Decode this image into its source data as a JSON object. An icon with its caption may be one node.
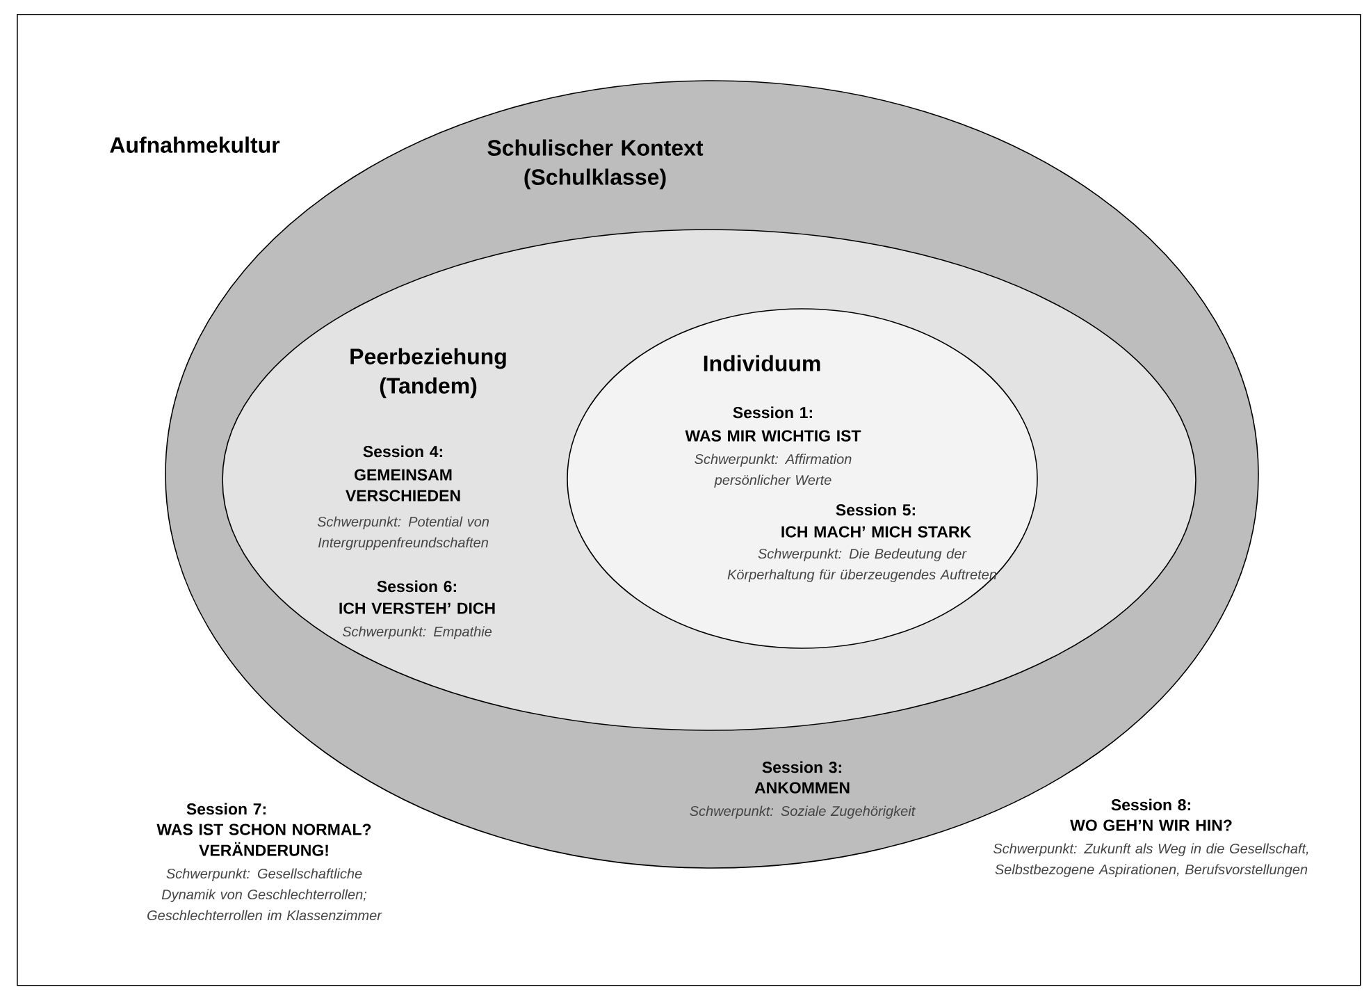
{
  "diagram": {
    "nodes": [
      {
        "text": [
          "Aufnahmekultur",
          "Session 7:",
          "WAS IST SCHON NORMAL? VERÄNDERUNG!",
          "Schwerpunkt: Gesellschaftliche Dynamik von Geschlechterrollen; Geschlechterrollen im Klassenzimmer",
          "Session 8:",
          "WO GEH’N WIR HIN?",
          "Schwerpunkt: Zukunft als Weg in die Gesellschaft, Selbstbezogene Aspirationen, Berufsvorstellungen"
        ]
      },
      {
        "text": [
          "Schulischer Kontext (Schulklasse)",
          "Session 3:",
          "ANKOMMEN",
          "Schwerpunkt: Soziale Zugehörigkeit"
        ],
        "in": 0
      },
      {
        "text": [
          "Peerbeziehung (Tandem)",
          "Session 4:",
          "GEMEINSAM VERSCHIEDEN",
          "Schwerpunkt: Potential von Intergruppenfreundschaften",
          "Session 6:",
          "ICH VERSTEH’ DICH",
          "Schwerpunkt: Empathie"
        ],
        "in": 1
      },
      {
        "text": [
          "Individuum",
          "Session 1:",
          "WAS MIR WICHTIG IST",
          "Schwerpunkt: Affirmation persönlicher Werte",
          "Session 5:",
          "ICH MACH’ MICH STARK",
          "Schwerpunkt: Die Bedeutung der Körperhaltung für überzeugendes Auftreten"
        ],
        "in": 2
      }
    ]
  }
}
